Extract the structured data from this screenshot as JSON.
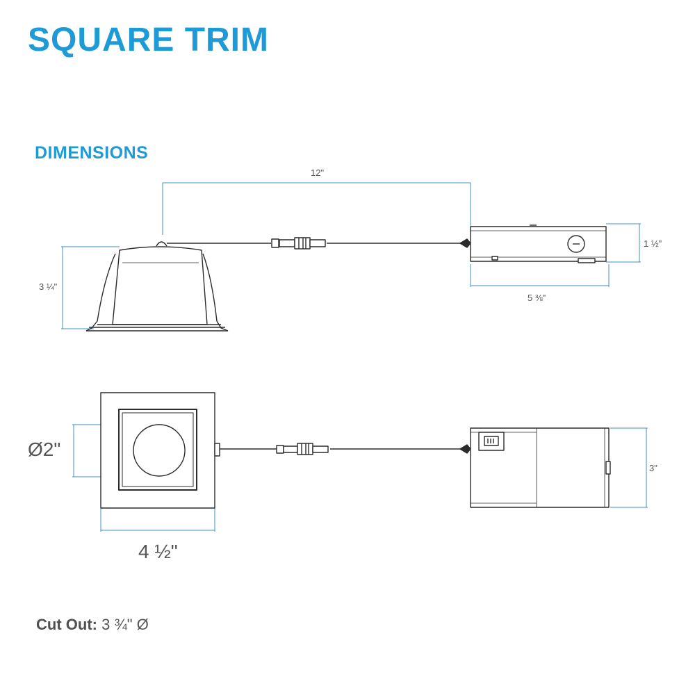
{
  "title": "SQUARE TRIM",
  "subtitle": "DIMENSIONS",
  "colors": {
    "accent": "#1e9bd7",
    "dimension_line": "#3f8fc4",
    "outline": "#2b2b2b"
  },
  "dimensions": {
    "cable_length": "12\"",
    "fixture_height": "3 ¼\"",
    "driver_height": "1 ½\"",
    "driver_length": "5 ⅜\"",
    "aperture": "Ø2\"",
    "trim_width": "4 ½\"",
    "driver_width": "3\""
  },
  "cut_out": {
    "label": "Cut Out:",
    "value": "3 ¾\" Ø"
  }
}
